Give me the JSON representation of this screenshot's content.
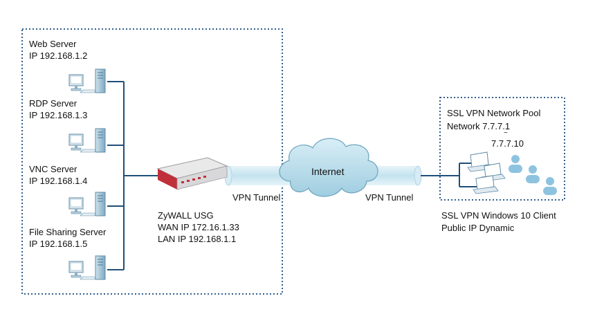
{
  "servers": [
    {
      "name": "Web Server",
      "ip": "IP  192.168.1.2"
    },
    {
      "name": "RDP Server",
      "ip": "IP  192.168.1.3"
    },
    {
      "name": "VNC Server",
      "ip": "IP  192.168.1.4"
    },
    {
      "name": "File Sharing Server",
      "ip": "IP  192.168.1.5"
    }
  ],
  "router": {
    "name": "ZyWALL USG",
    "wan": "WAN IP  172.16.1.33",
    "lan": "LAN  IP  192.168.1.1"
  },
  "internet": {
    "label": "Internet"
  },
  "tunnel": {
    "left_label": "VPN Tunnel",
    "right_label": "VPN Tunnel"
  },
  "client": {
    "pool_title": "SSL VPN Network Pool",
    "pool_network": "Network  7.7.7.1",
    "pool_separator": "~",
    "pool_end": "7.7.7.10",
    "name": "SSL VPN Windows 10 Client",
    "public_ip": "Public IP  Dynamic"
  },
  "colors": {
    "border": "#2f5d8c",
    "link": "#1f4e79",
    "cloud": "#b9dbe9",
    "tunnel": "#cfe8f2",
    "router": "#c0303a"
  }
}
